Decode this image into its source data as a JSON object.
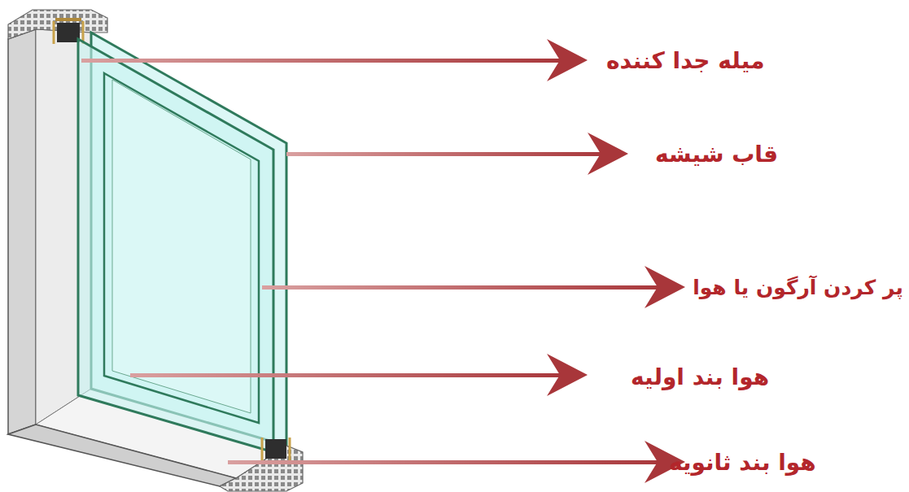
{
  "diagram": {
    "labels": [
      "میله جدا کننده",
      "قاب شیشه",
      "پر کردن آرگون یا هوا",
      "هوا بند اولیه",
      "هوا بند ثانویه"
    ]
  }
}
